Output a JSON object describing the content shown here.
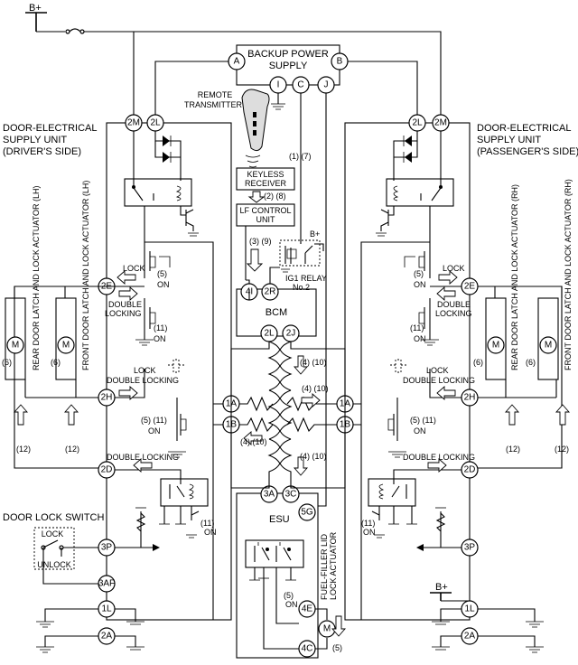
{
  "supply": {
    "bplus_top": "B+",
    "bplus_relay": "B+",
    "bplus_bottom": "B+"
  },
  "backup": {
    "title1": "BACKUP POWER",
    "title2": "SUPPLY",
    "pins": [
      "A",
      "B",
      "I",
      "C",
      "J"
    ]
  },
  "remote": {
    "label1": "REMOTE",
    "label2": "TRANSMITTER",
    "step": "(1) (7)"
  },
  "keyless": {
    "label1": "KEYLESS",
    "label2": "RECEIVER",
    "step": "(2) (8)"
  },
  "lf": {
    "label1": "LF CONTROL",
    "label2": "UNIT",
    "step": "(3) (9)"
  },
  "relay": {
    "label1": "IG1 RELAY",
    "label2": "No.2"
  },
  "bcm": {
    "title": "BCM",
    "pins": [
      "4I",
      "2R",
      "2L",
      "2J"
    ],
    "step1": "(4) (10)",
    "step2": "(4) (10)",
    "step3": "(4) (10)",
    "step4": "(4) (10)"
  },
  "left_unit": {
    "title1": "DOOR-ELECTRICAL",
    "title2": "SUPPLY UNIT",
    "title3": "(DRIVER'S SIDE)",
    "pins": [
      "2M",
      "2L",
      "2E",
      "2H",
      "2D",
      "3P",
      "3AF",
      "1L",
      "2A"
    ],
    "lock": "LOCK",
    "on1": "(5)",
    "on1b": "ON",
    "dbl1": "DOUBLE",
    "dbl2": "LOCKING",
    "on2": "(11)",
    "on2b": "ON",
    "lockdbl1": "LOCK",
    "lockdbl2": "DOUBLE LOCKING",
    "on3": "(5) (11)",
    "on3b": "ON",
    "dbl_lock": "DOUBLE LOCKING",
    "on4": "(11)",
    "on4b": "ON",
    "rear_act": "REAR DOOR LATCH AND LOCK ACTUATOR (LH)",
    "front_act": "FRONT DOOR LATCH AND LOCK ACTUATOR (LH)",
    "s6a": "(6)",
    "s6b": "(6)",
    "s12a": "(12)",
    "s12b": "(12)"
  },
  "right_unit": {
    "title1": "DOOR-ELECTRICAL",
    "title2": "SUPPLY UNIT",
    "title3": "(PASSENGER'S SIDE)",
    "pins": [
      "2L",
      "2M",
      "2E",
      "2H",
      "2D",
      "3P",
      "1L",
      "2A"
    ],
    "lock": "LOCK",
    "on1": "(5)",
    "on1b": "ON",
    "dbl1": "DOUBLE",
    "dbl2": "LOCKING",
    "on2": "(11)",
    "on2b": "ON",
    "lockdbl1": "LOCK",
    "lockdbl2": "DOUBLE LOCKING",
    "on3": "(5) (11)",
    "on3b": "ON",
    "dbl_lock": "DOUBLE LOCKING",
    "on4": "(11)",
    "on4b": "ON",
    "rear_act": "REAR DOOR LATCH AND LOCK ACTUATOR (RH)",
    "front_act": "FRONT DOOR LATCH AND LOCK ACTUATOR (RH)",
    "s6a": "(6)",
    "s6b": "(6)",
    "s12a": "(12)",
    "s12b": "(12)"
  },
  "center_pins": {
    "p1A_l": "1A",
    "p1B_l": "1B",
    "p1A_r": "1A",
    "p1B_r": "1B"
  },
  "door_switch": {
    "title": "DOOR LOCK SWITCH",
    "lock": "LOCK",
    "unlock": "UNLOCK"
  },
  "esu": {
    "title": "ESU",
    "pins": [
      "3A",
      "3C",
      "5G",
      "4E",
      "4C"
    ],
    "on": "(5)",
    "onb": "ON",
    "fuel1": "FUEL-FILLER LID",
    "fuel2": "LOCK ACTUATOR",
    "s5": "(5)"
  },
  "motor": "M"
}
